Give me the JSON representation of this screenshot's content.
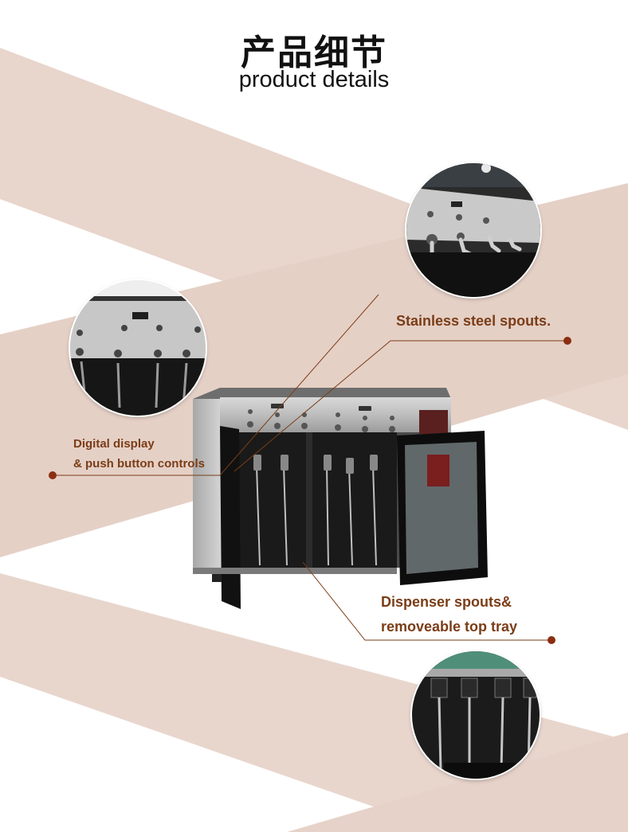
{
  "header": {
    "title_cn": "产品细节",
    "title_en": "product details"
  },
  "callouts": {
    "spouts": "Stainless steel spouts.",
    "display_line1": "Digital display",
    "display_line2": "& push button controls",
    "tray_line1": "Dispenser spouts&",
    "tray_line2": "removeable top tray"
  },
  "colors": {
    "band": "#e6d2c8",
    "callout_text": "#7a3d17",
    "leader": "#7a3d17",
    "dot": "#8b2e12"
  }
}
